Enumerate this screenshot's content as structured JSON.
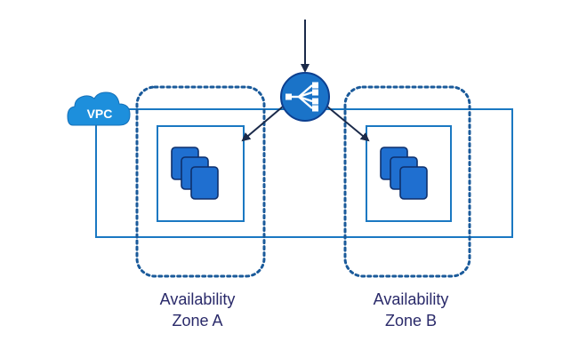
{
  "diagram": {
    "vpc": {
      "label": "VPC",
      "colors": {
        "border": "#1a78c2",
        "cloud": "#1d8fdc",
        "cloud_text": "#ffffff"
      }
    },
    "load_balancer": {
      "icon": "load-balancer-icon",
      "colors": {
        "fill": "#1a73c8",
        "stroke": "#0d3f8f",
        "glyph": "#ffffff"
      }
    },
    "zones": [
      {
        "line1": "Availability",
        "line2": "Zone A"
      },
      {
        "line1": "Availability",
        "line2": "Zone B"
      }
    ],
    "instance_icon": "ec2-instances-icon",
    "colors": {
      "arrow": "#1b2a4a",
      "zone_dotted": "#1a5a9a",
      "subnet_border": "#1a78c2",
      "label_text": "#2a2a6a",
      "instance_fill": "#1f6fd0",
      "instance_stroke": "#0e2f6a"
    }
  }
}
